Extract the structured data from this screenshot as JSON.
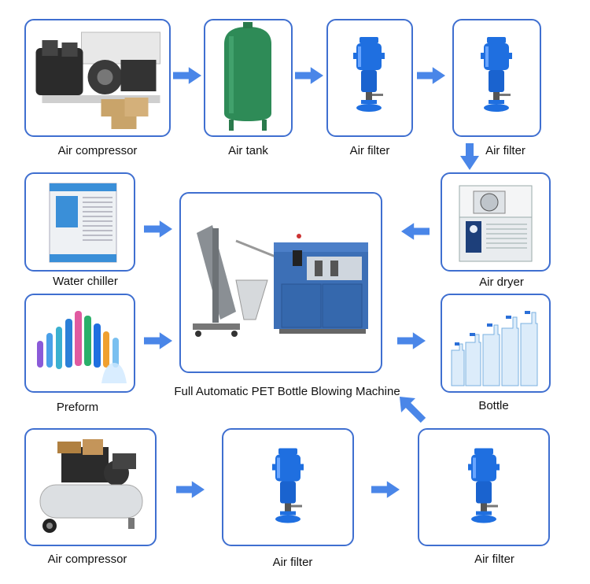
{
  "nodes": {
    "air_compressor_top": "Air compressor",
    "air_tank": "Air tank",
    "air_filter_1": "Air filter",
    "air_filter_2": "Air filter",
    "water_chiller": "Water chiller",
    "air_dryer": "Air dryer",
    "preform": "Preform",
    "bottle": "Bottle",
    "machine": "Full Automatic PET Bottle Blowing Machine",
    "air_compressor_bottom": "Air compressor",
    "air_filter_3": "Air filter",
    "air_filter_4": "Air filter"
  },
  "colors": {
    "box_border": "#3f6fd0",
    "arrow": "#4a86e8",
    "filter_blue": "#1f6fe0",
    "tank_green": "#2e8b57"
  },
  "icons": {
    "air_compressor_top": "industrial-air-compressor-icon",
    "air_tank": "air-tank-icon",
    "air_filter": "air-filter-icon",
    "water_chiller": "water-chiller-icon",
    "air_dryer": "air-dryer-icon",
    "preform": "preform-icon",
    "bottle": "bottles-icon",
    "machine": "blowing-machine-icon",
    "air_compressor_bottom": "air-compressor-icon"
  }
}
